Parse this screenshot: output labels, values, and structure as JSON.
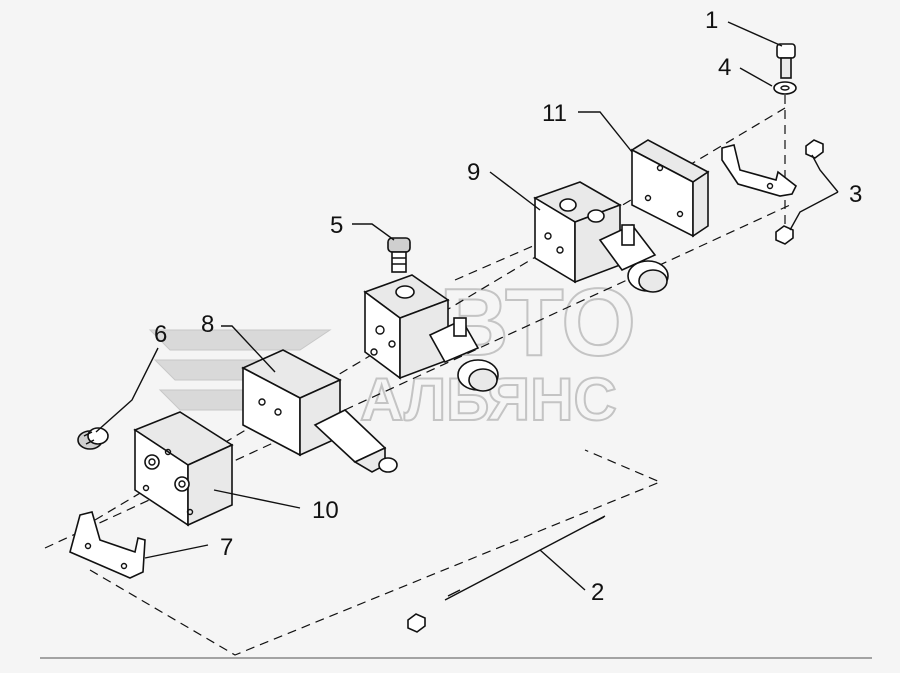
{
  "diagram": {
    "watermark": {
      "line1": "АВТО",
      "line2": "АЛЬЯНС"
    },
    "callouts": [
      "1",
      "2",
      "3",
      "4",
      "5",
      "6",
      "7",
      "8",
      "9",
      "10",
      "11"
    ]
  }
}
